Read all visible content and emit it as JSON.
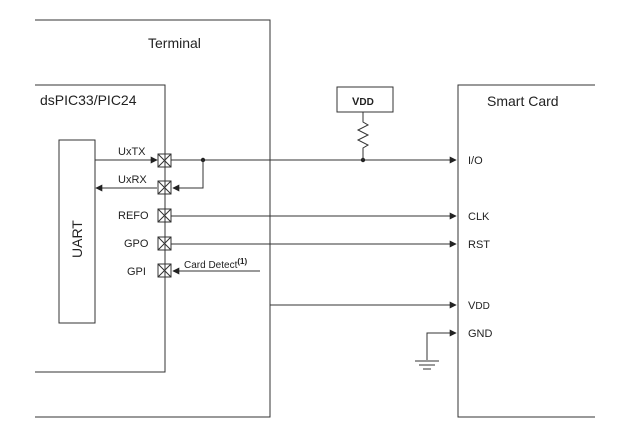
{
  "terminal": {
    "title": "Terminal"
  },
  "mcu": {
    "title": "dsPIC33/PIC24"
  },
  "uart": {
    "label": "UART"
  },
  "smart_card": {
    "title": "Smart Card"
  },
  "vdd_box": {
    "label_main": "V",
    "label_sub": "DD"
  },
  "pins": {
    "uxtx": "UxTX",
    "uxrx": "UxRX",
    "refo": "REFO",
    "gpo": "GPO",
    "gpi": "GPI"
  },
  "card_detect": {
    "label": "Card Detect",
    "note": "(1)"
  },
  "card_pins": {
    "io": "I/O",
    "clk": "CLK",
    "rst": "RST",
    "vdd_main": "V",
    "vdd_sub": "DD",
    "gnd": "GND"
  }
}
